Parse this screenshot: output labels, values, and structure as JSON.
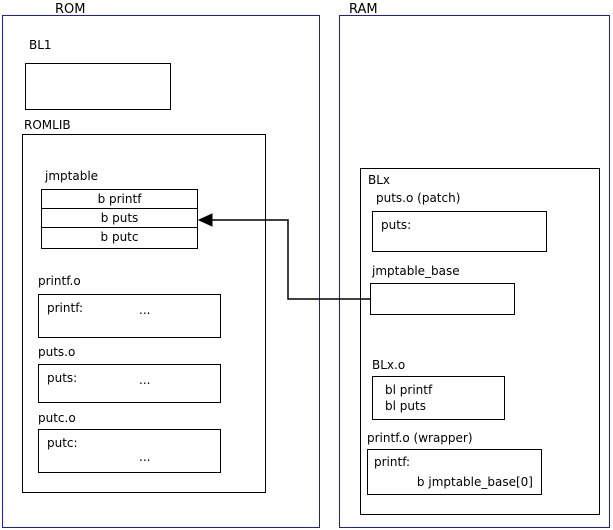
{
  "rom": {
    "title": "ROM",
    "bl1_label": "BL1",
    "romlib_label": "ROMLIB",
    "jmptable": {
      "label": "jmptable",
      "rows": [
        "b printf",
        "b puts",
        "b putc"
      ]
    },
    "objects": [
      {
        "label": "printf.o",
        "symbol": "printf:",
        "ellipsis": "..."
      },
      {
        "label": "puts.o",
        "symbol": "puts:",
        "ellipsis": "..."
      },
      {
        "label": "putc.o",
        "symbol": "putc:",
        "ellipsis": "..."
      }
    ]
  },
  "ram": {
    "title": "RAM",
    "blx_label": "BLx",
    "puts_patch": {
      "label": "puts.o (patch)",
      "symbol": "puts:"
    },
    "jmptable_base_label": "jmptable_base",
    "blx_o": {
      "label": "BLx.o",
      "lines": [
        "bl printf",
        "bl puts"
      ]
    },
    "printf_wrapper": {
      "label": "printf.o (wrapper)",
      "symbol": "printf:",
      "body": "b jmptable_base[0]"
    }
  },
  "colors": {
    "region_border": "#1a1ad0",
    "box_border": "#000000",
    "arrow": "#000000"
  }
}
